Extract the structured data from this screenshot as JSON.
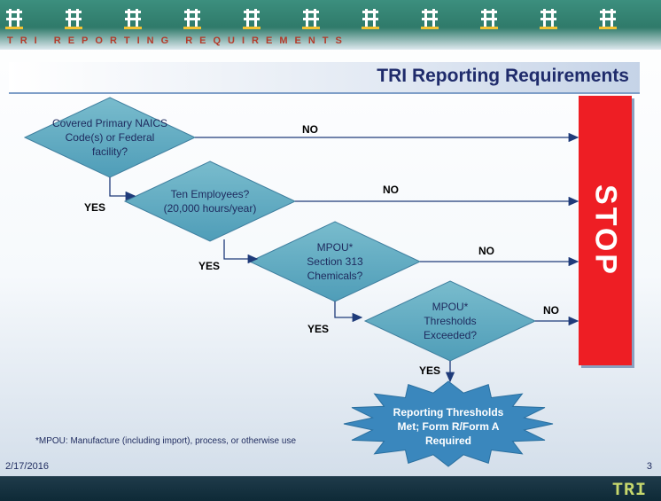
{
  "header": {
    "banner_text": "TRI REPORTING REQUIREMENTS",
    "title": "TRI Reporting Requirements"
  },
  "decisions": [
    {
      "text": "Covered Primary NAICS Code(s) or Federal facility?",
      "no_label": "NO",
      "yes_label": "YES"
    },
    {
      "text": "Ten Employees? (20,000 hours/year)",
      "no_label": "NO",
      "yes_label": "YES"
    },
    {
      "text": "MPOU* Section 313 Chemicals?",
      "no_label": "NO",
      "yes_label": "YES"
    },
    {
      "text": "MPOU* Thresholds Exceeded?",
      "no_label": "NO",
      "yes_label": "YES"
    }
  ],
  "stop": {
    "label": "STOP"
  },
  "outcome": {
    "text": "Reporting Thresholds Met; Form R/Form A Required"
  },
  "footnote": "*MPOU: Manufacture (including import), process, or otherwise use",
  "footer": {
    "date": "2/17/2016",
    "page_number": "3",
    "logo_text": "TRI"
  },
  "colors": {
    "diamond": "#5aa9c2",
    "stop": "#ee1e24",
    "starburst": "#3a87bd",
    "title": "#1f2b6b",
    "connector": "#1f3b7a"
  }
}
